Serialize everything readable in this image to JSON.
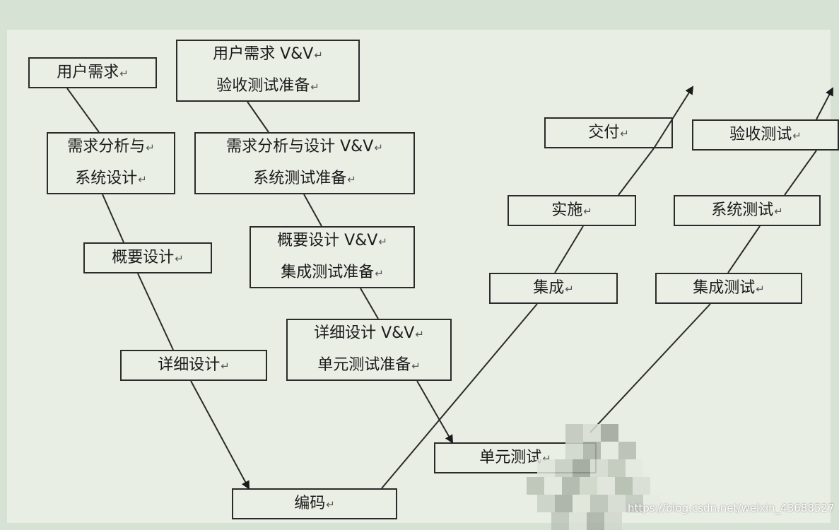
{
  "diagram": {
    "boxes": {
      "user_req": {
        "lines": [
          "用户需求"
        ]
      },
      "user_req_vv": {
        "lines": [
          "用户需求 V&V",
          "验收测试准备"
        ]
      },
      "req_analysis": {
        "lines": [
          "需求分析与",
          "系统设计"
        ]
      },
      "req_analysis_vv": {
        "lines": [
          "需求分析与设计 V&V",
          "系统测试准备"
        ]
      },
      "outline_design": {
        "lines": [
          "概要设计"
        ]
      },
      "outline_design_vv": {
        "lines": [
          "概要设计 V&V",
          "集成测试准备"
        ]
      },
      "detail_design": {
        "lines": [
          "详细设计"
        ]
      },
      "detail_design_vv": {
        "lines": [
          "详细设计 V&V",
          "单元测试准备"
        ]
      },
      "coding": {
        "lines": [
          "编码"
        ]
      },
      "unit_test": {
        "lines": [
          "单元测试"
        ]
      },
      "integration": {
        "lines": [
          "集成"
        ]
      },
      "implementation": {
        "lines": [
          "实施"
        ]
      },
      "delivery": {
        "lines": [
          "交付"
        ]
      },
      "integration_test": {
        "lines": [
          "集成测试"
        ]
      },
      "system_test": {
        "lines": [
          "系统测试"
        ]
      },
      "acceptance_test": {
        "lines": [
          "验收测试"
        ]
      }
    },
    "return_mark": "↵",
    "line_color": "#2b2b2b"
  },
  "watermark": "https://blog.csdn.net/weixin_43688527"
}
